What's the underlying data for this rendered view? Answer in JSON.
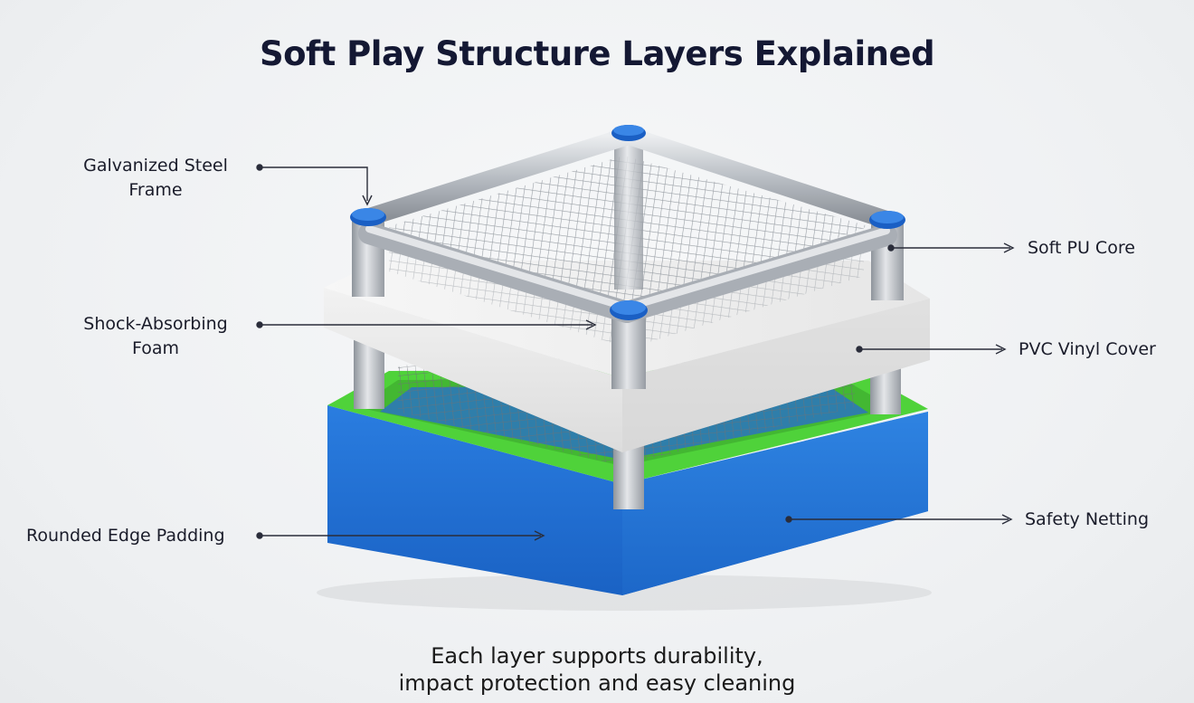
{
  "title": "Soft Play Structure Layers Explained",
  "footer": {
    "line1": "Each layer supports durability,",
    "line2": "impact protection and easy cleaning"
  },
  "labels": {
    "steel_frame": {
      "line1": "Galvanized Steel",
      "line2": "Frame"
    },
    "foam": {
      "line1": "Shock-Absorbing",
      "line2": "Foam"
    },
    "edge_padding": "Rounded Edge Padding",
    "pu_core": "Soft PU Core",
    "vinyl_cover": "PVC Vinyl Cover",
    "netting": "Safety Netting"
  },
  "colors": {
    "blue_base": "#1e6fd0",
    "green_layer": "#4fd23a",
    "foam_white": "#ebebeb",
    "steel": "#b8bcc2",
    "cap_blue": "#1a5fc4"
  }
}
